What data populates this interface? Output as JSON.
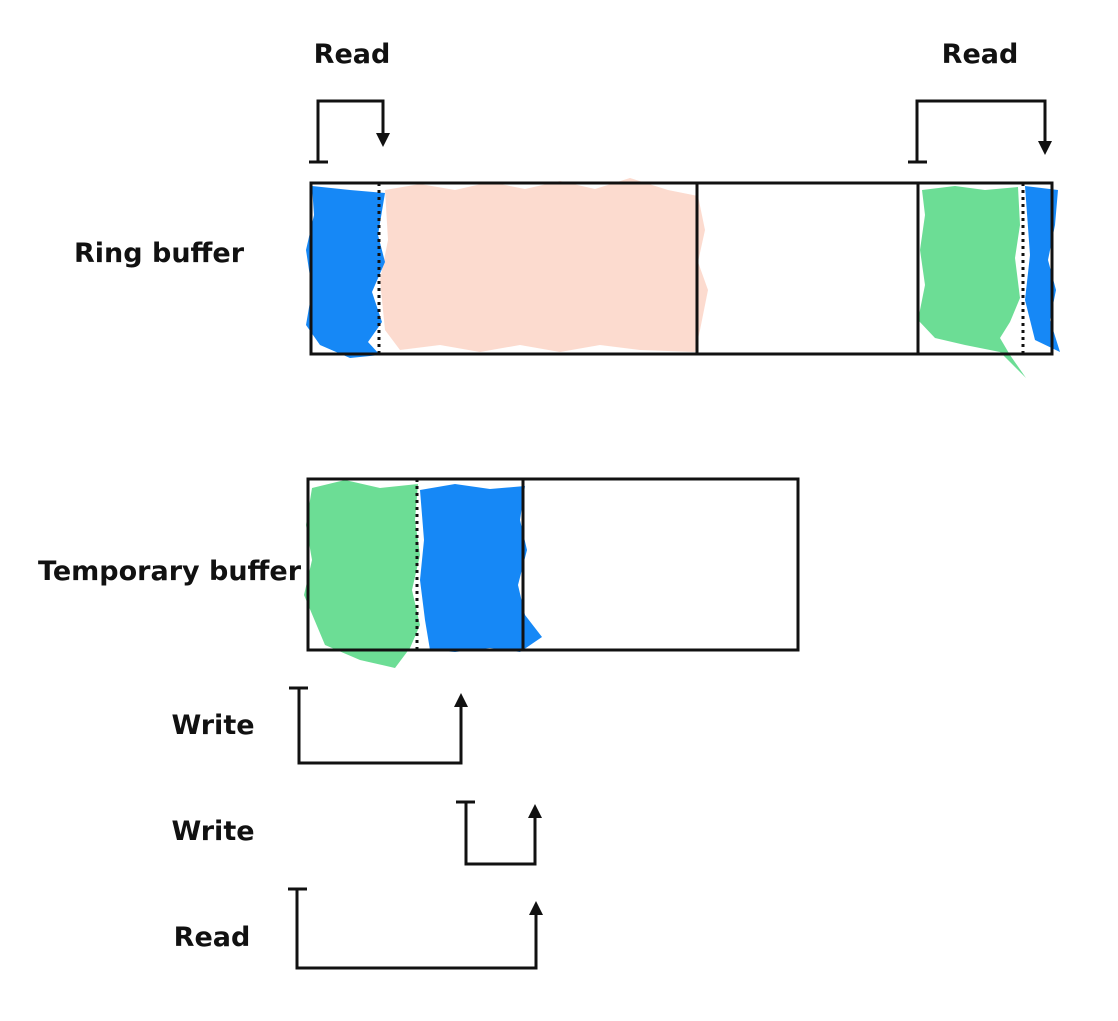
{
  "labels": {
    "ring_buffer": "Ring buffer",
    "temporary_buffer": "Temporary buffer",
    "read_top_left": "Read",
    "read_top_right": "Read",
    "write_first": "Write",
    "write_second": "Write",
    "read_bottom": "Read"
  },
  "colors": {
    "blue": "#0a82f5",
    "green": "#5cd98a",
    "peach": "#fcd9cc",
    "stroke": "#111111"
  }
}
